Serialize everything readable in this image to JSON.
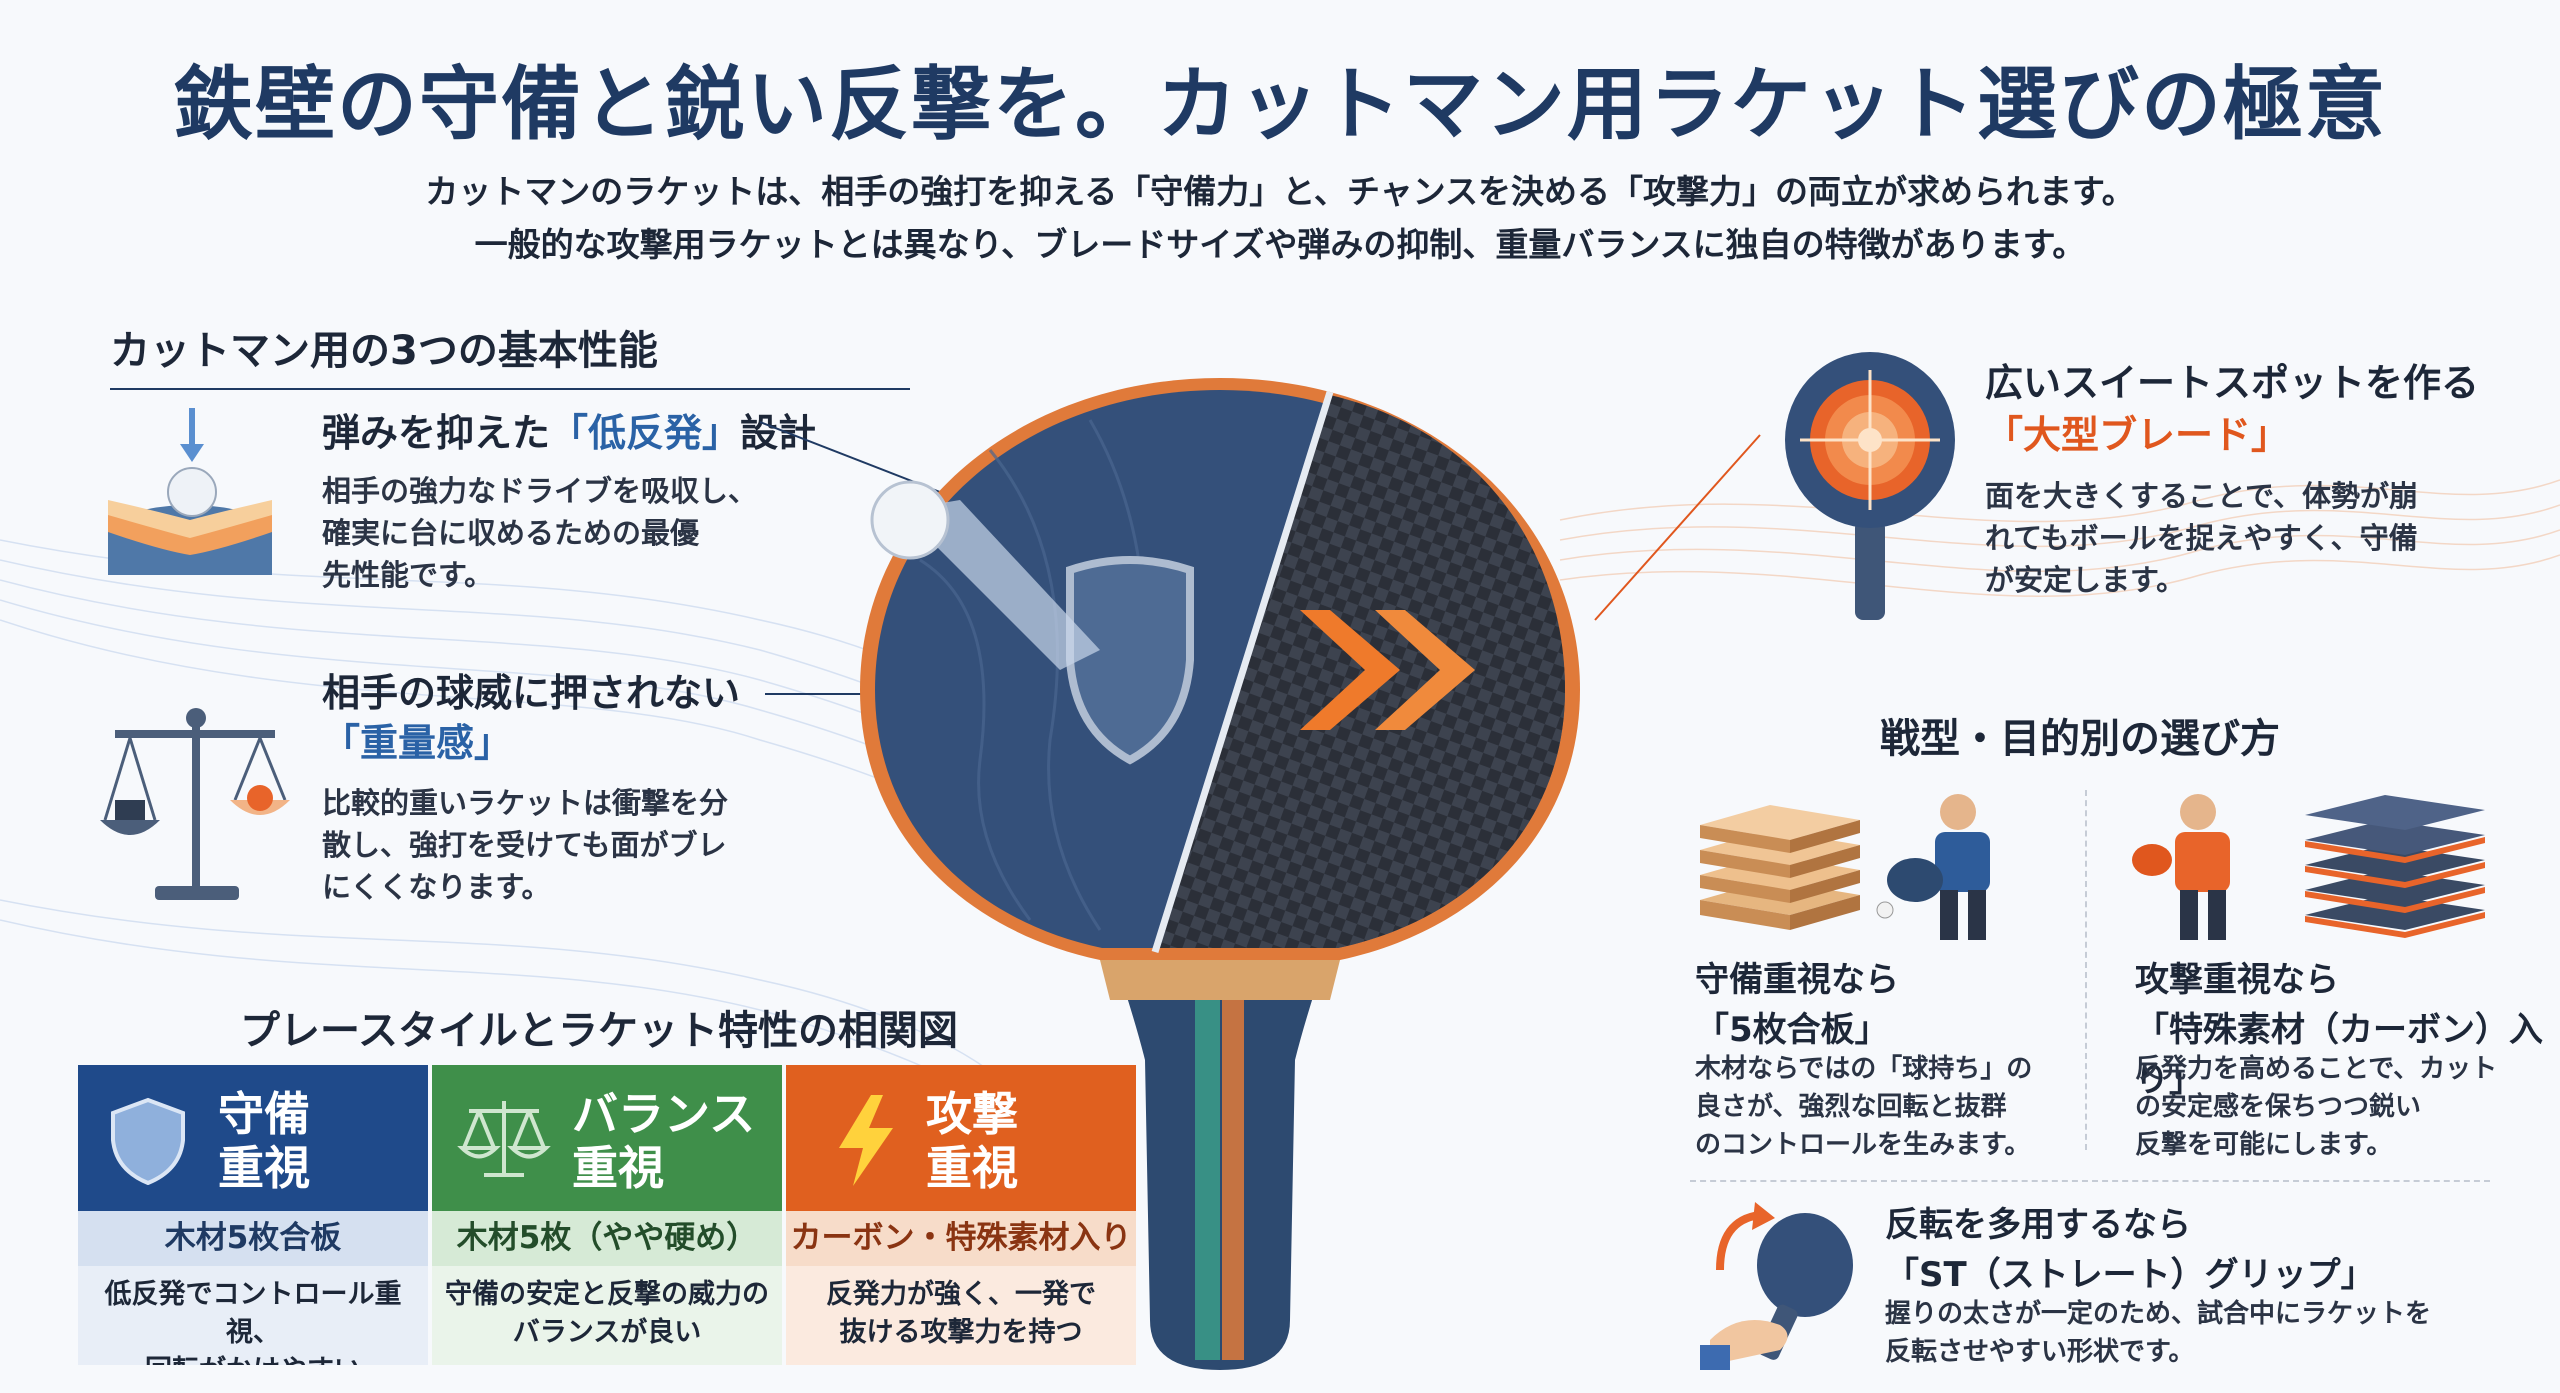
{
  "header": {
    "title": "鉄壁の守備と鋭い反撃を。カットマン用ラケット選びの極意",
    "subtitle_line1": "カットマンのラケットは、相手の強打を抑える「守備力」と、チャンスを決める「攻撃力」の両立が求められます。",
    "subtitle_line2": "一般的な攻撃用ラケットとは異なり、ブレードサイズや弾みの抑制、重量バランスに独自の特徴があります。"
  },
  "basics": {
    "heading": "カットマン用の3つの基本性能",
    "item1": {
      "title_pre": "弾みを抑えた",
      "title_hl": "「低反発」",
      "title_post": "設計",
      "line1": "相手の強力なドライブを吸収し、",
      "line2": "確実に台に収めるための最優",
      "line3": "先性能です。",
      "icon": "ball-impact-icon"
    },
    "item2": {
      "title": "相手の球威に押されない",
      "title_hl": "「重量感」",
      "line1": "比較的重いラケットは衝撃を分",
      "line2": "散し、強打を受けても面がブレ",
      "line3": "にくくなります。",
      "icon": "scale-icon"
    }
  },
  "sweetspot": {
    "title": "広いスイートスポットを作る",
    "title_hl": "「大型ブレード」",
    "line1": "面を大きくすることで、体勢が崩",
    "line2": "れてもボールを捉えやすく、守備",
    "line3": "が安定します。",
    "icon": "target-racket-icon"
  },
  "correlation": {
    "heading": "プレースタイルとラケット特性の相関図",
    "cards": [
      {
        "label1": "守備",
        "label2": "重視",
        "material": "木材5枚合板",
        "desc1": "低反発でコントロール重視、",
        "desc2": "回転がかけやすい",
        "color": "#1f4a8a",
        "mid_bg": "#d5e0f0",
        "bot_bg": "#e8eef7",
        "icon": "shield-icon"
      },
      {
        "label1": "バランス",
        "label2": "重視",
        "material": "木材5枚（やや硬め）",
        "desc1": "守備の安定と反撃の威力の",
        "desc2": "バランスが良い",
        "color": "#3f8f4a",
        "mid_bg": "#d6ead6",
        "bot_bg": "#eaf4ea",
        "icon": "balance-icon"
      },
      {
        "label1": "攻撃",
        "label2": "重視",
        "material": "カーボン・特殊素材入り",
        "desc1": "反発力が強く、一発で",
        "desc2": "抜ける攻撃力を持つ",
        "color": "#e0601f",
        "mid_bg": "#f7dcc9",
        "bot_bg": "#fbeadf",
        "icon": "lightning-icon"
      }
    ]
  },
  "choose": {
    "heading": "戦型・目的別の選び方",
    "defense": {
      "title1": "守備重視なら",
      "title2": "「5枚合板」",
      "line1": "木材ならではの「球持ち」の",
      "line2": "良さが、強烈な回転と抜群",
      "line3": "のコントロールを生みます。",
      "icon": "wood-ply-icon"
    },
    "attack": {
      "title1": "攻撃重視なら",
      "title2": "「特殊素材（カーボン）入り」",
      "line1": "反発力を高めることで、カット",
      "line2": "の安定感を保ちつつ鋭い",
      "line3": "反撃を可能にします。",
      "icon": "carbon-ply-icon"
    },
    "grip": {
      "title1": "反転を多用するなら",
      "title2": "「ST（ストレート）グリップ」",
      "line1": "握りの太さが一定のため、試合中にラケットを",
      "line2": "反転させやすい形状です。",
      "icon": "grip-rotate-icon"
    }
  },
  "colors": {
    "navy": "#1f3a63",
    "blue": "#2a62a6",
    "orange": "#e0571e",
    "green": "#3f8f4a"
  }
}
